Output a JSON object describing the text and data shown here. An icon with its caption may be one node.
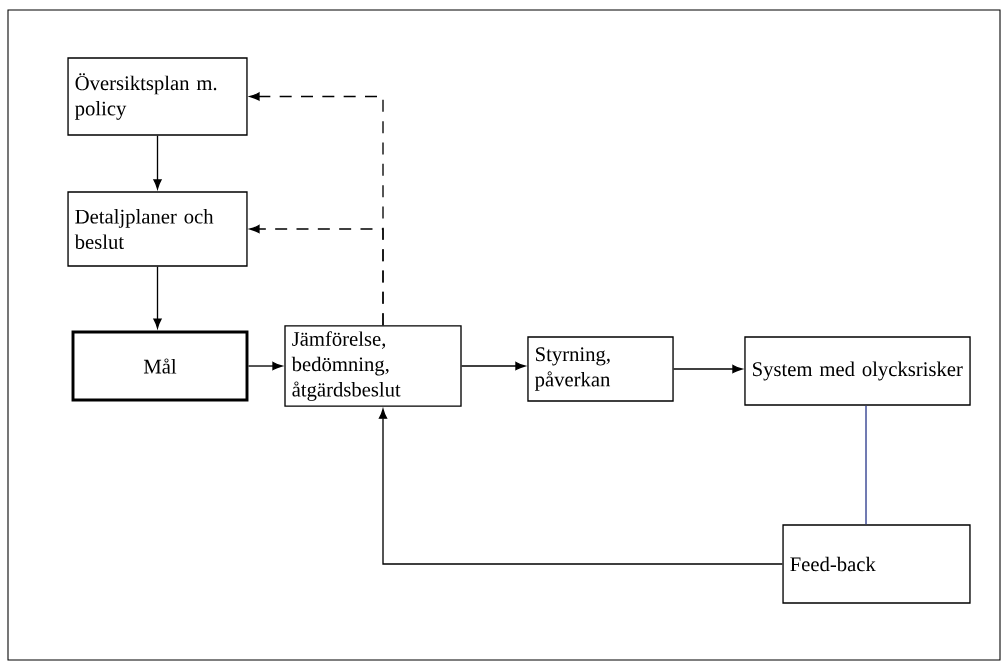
{
  "diagram": {
    "nodes": [
      {
        "text": [
          "Översiktsplan m. policy"
        ]
      },
      {
        "text": [
          "Detaljplaner och beslut"
        ]
      },
      {
        "text": [
          "Mål"
        ]
      },
      {
        "text": [
          "Jämförelse, bedömning, åtgärdsbeslut"
        ]
      },
      {
        "text": [
          "Styrning, påverkan"
        ]
      },
      {
        "text": [
          "System med olycksrisker"
        ]
      },
      {
        "text": [
          "Feed-back"
        ]
      }
    ],
    "edges": [
      {
        "from": 0,
        "to": 1,
        "arrow": "to"
      },
      {
        "from": 1,
        "to": 2,
        "arrow": "to"
      },
      {
        "from": 2,
        "to": 3,
        "arrow": "to"
      },
      {
        "from": 3,
        "to": 4,
        "arrow": "to"
      },
      {
        "from": 4,
        "to": 5,
        "arrow": "to"
      },
      {
        "from": 3,
        "to": 0,
        "arrow": "to",
        "style": "dashed"
      },
      {
        "from": 3,
        "to": 1,
        "arrow": "to",
        "style": "dashed"
      },
      {
        "from": 5,
        "to": 6,
        "arrow": "none",
        "color": "#2b3a8c"
      },
      {
        "from": 6,
        "to": 3,
        "arrow": "to"
      }
    ]
  }
}
